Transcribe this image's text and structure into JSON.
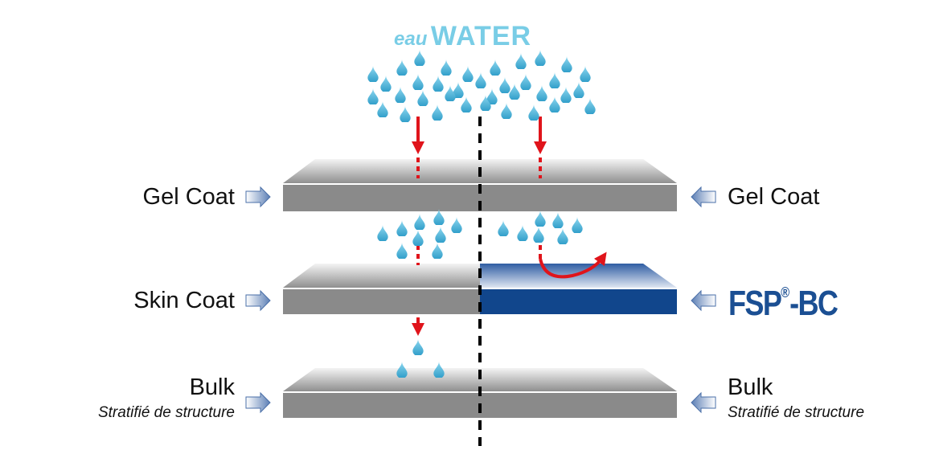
{
  "title": {
    "prefix": "eau",
    "main": "WATER"
  },
  "left_labels": {
    "gel_coat": "Gel Coat",
    "skin_coat": "Skin Coat",
    "bulk": "Bulk",
    "bulk_sub": "Stratifié de structure"
  },
  "right_labels": {
    "gel_coat": "Gel Coat",
    "fsp_main": "FSP",
    "fsp_mark": "®",
    "fsp_suffix": "-BC",
    "bulk": "Bulk",
    "bulk_sub": "Stratifié de structure"
  },
  "colors": {
    "droplet": "#4fb6dc",
    "layer_top_light": "#f4f4f4",
    "layer_top_dark": "#8c8c8c",
    "layer_side": "#8a8a8a",
    "fsp_top": "#3c66aa",
    "fsp_side": "#11468c",
    "arrow_red": "#e0141b",
    "pointer_arrow": "#6f8fbd"
  }
}
